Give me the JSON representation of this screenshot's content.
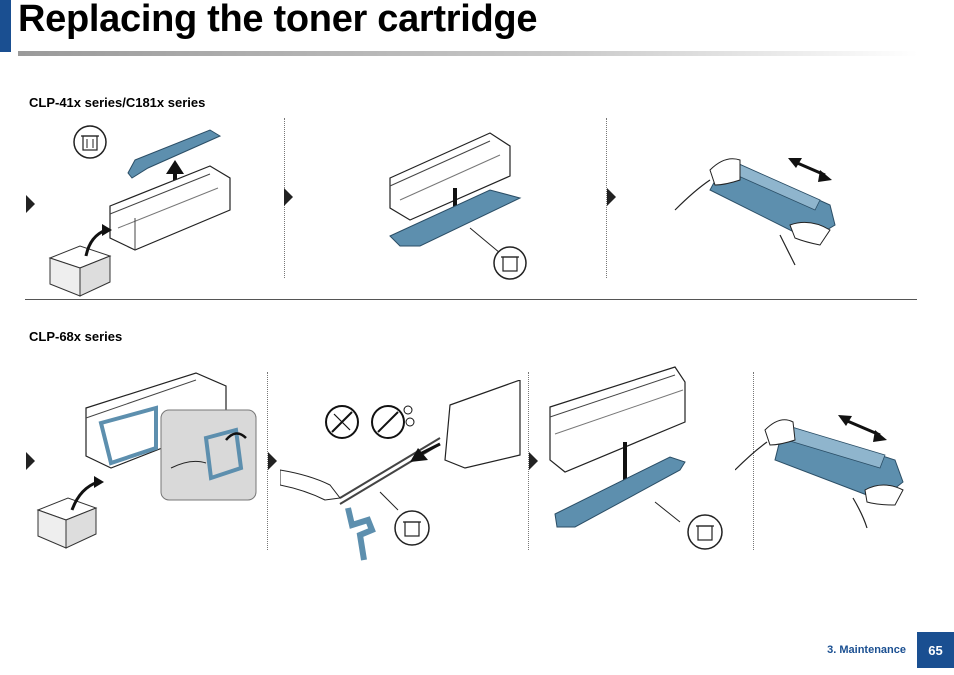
{
  "header": {
    "title": "Replacing the toner cartridge"
  },
  "sections": [
    {
      "label": "CLP-41x series/C181x series"
    },
    {
      "label": "CLP-68x series"
    }
  ],
  "footer": {
    "chapter": "3. Maintenance",
    "page_number": "65"
  },
  "icons": {
    "recycle": "recycle-bin-icon",
    "box": "box-icon",
    "no_knife": "no-knife-icon",
    "no_scissors": "no-scissors-icon",
    "arrow": "step-arrow-icon"
  },
  "colors": {
    "accent": "#1a4f91",
    "cartridge_blue": "#5d8fae"
  }
}
